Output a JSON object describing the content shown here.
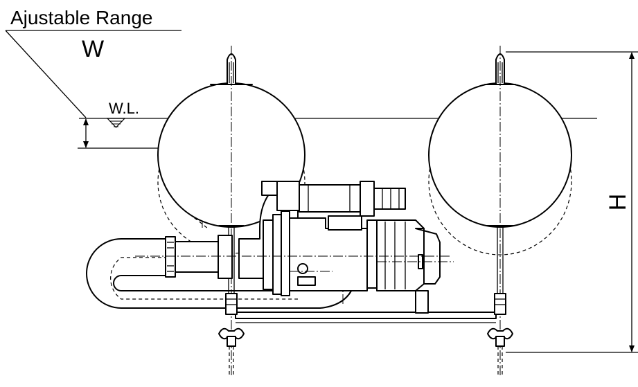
{
  "labels": {
    "adjustable_range": "Ajustable Range",
    "w_symbol": "W",
    "water_level": "W.L.",
    "h_symbol": "H"
  }
}
